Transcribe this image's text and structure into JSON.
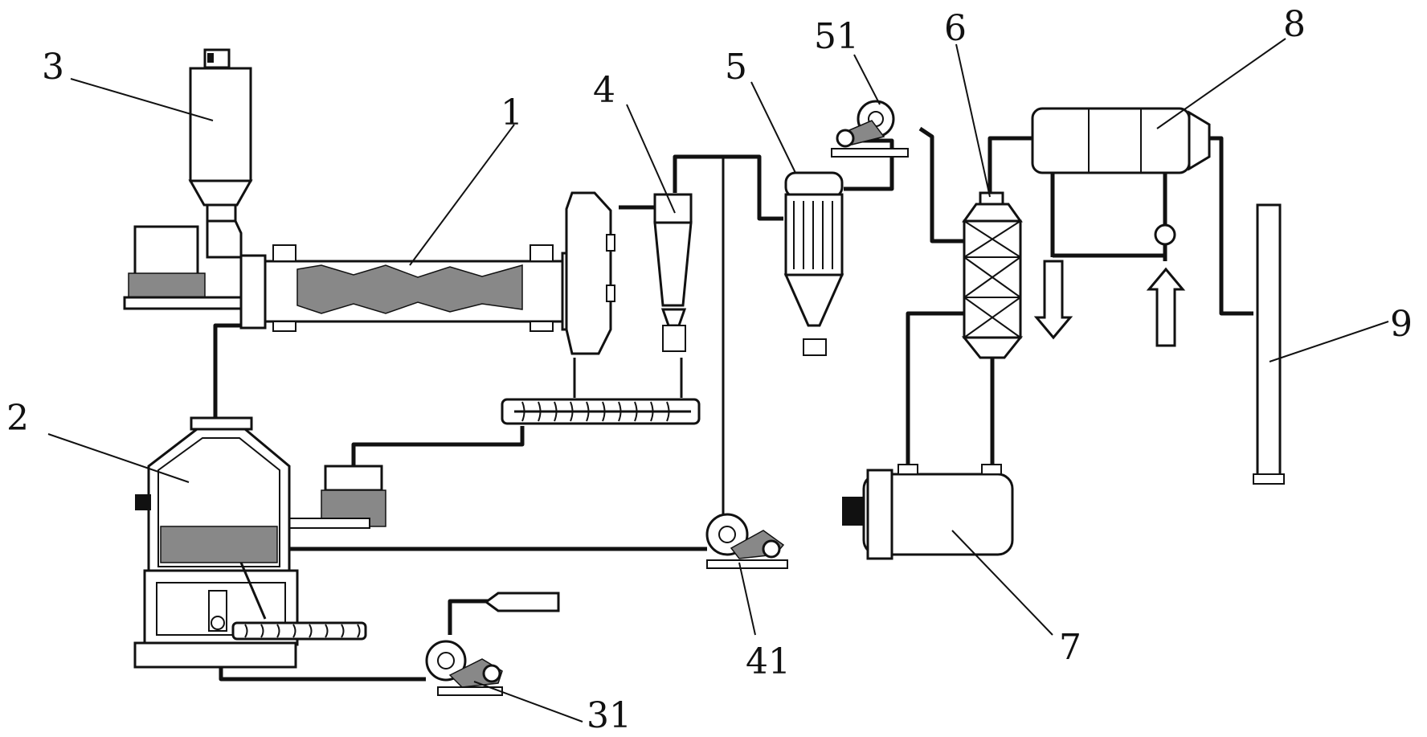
{
  "labels": {
    "l1": "1",
    "l2": "2",
    "l3": "3",
    "l31": "31",
    "l4": "4",
    "l41": "41",
    "l5": "5",
    "l51": "51",
    "l6": "6",
    "l7": "7",
    "l8": "8",
    "l9": "9"
  }
}
